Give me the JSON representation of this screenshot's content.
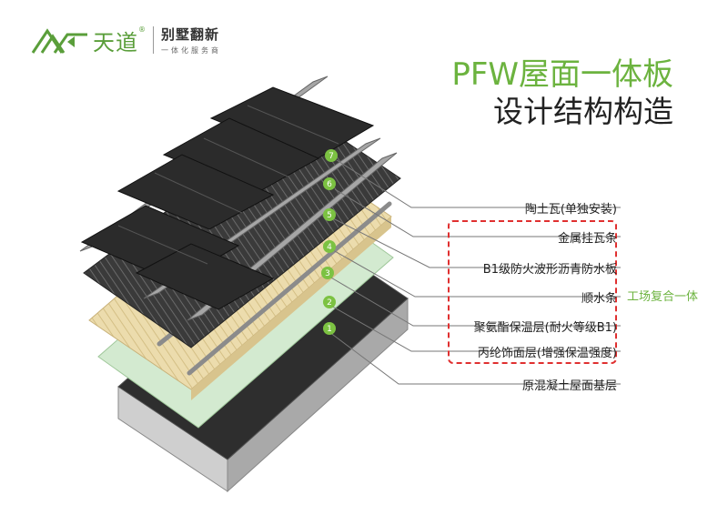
{
  "brand": {
    "name": "天道",
    "reg": "®",
    "slogan": "别墅翻新",
    "sub": "一体化服务商"
  },
  "title": {
    "main": "PFW屋面一体板",
    "sub": "设计结构构造"
  },
  "layers": [
    {
      "num": "7",
      "label": "陶土瓦(单独安装)"
    },
    {
      "num": "6",
      "label": "金属挂瓦条"
    },
    {
      "num": "5",
      "label": "B1级防火波形沥青防水板"
    },
    {
      "num": "4",
      "label": "顺水条"
    },
    {
      "num": "3",
      "label": "聚氨酯保温层(耐火等级B1)"
    },
    {
      "num": "2",
      "label": "丙纶饰面层(增强保温强度)"
    },
    {
      "num": "1",
      "label": "原混凝土屋面基层"
    }
  ],
  "factory_label": "工场复合一体",
  "colors": {
    "brand_green": "#6cb33f",
    "marker_green": "#7cc242",
    "dash_red": "#e03030",
    "tile": "#2a2a2a",
    "insulation": "#e8d7a6",
    "membrane": "#cfe8cc",
    "concrete": "#b8b8b8"
  }
}
